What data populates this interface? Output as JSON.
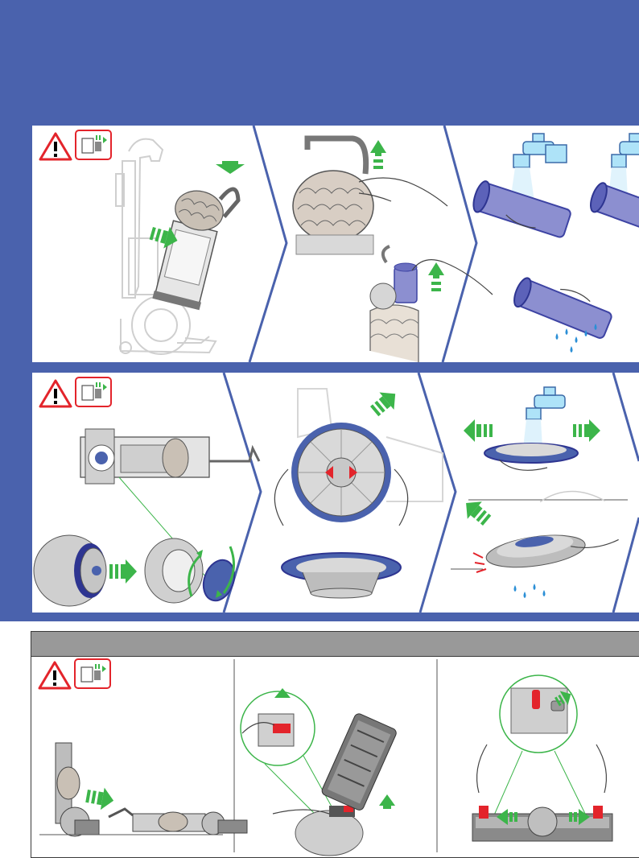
{
  "colors": {
    "brand_blue": "#4a62ad",
    "arrow_green": "#3cb54a",
    "warning_red": "#e3242b",
    "water_blue": "#2b8fd6",
    "filter_purple": "#8c8fd0",
    "gray_bar": "#999999"
  },
  "icons": {
    "warning": "warning-triangle-icon",
    "unplug": "unplug-icon",
    "arrow": "green-arrow-icon",
    "tap": "water-tap-icon",
    "droplet": "water-droplet-icon",
    "rotate": "rotate-arrow-icon"
  },
  "sections": [
    {
      "id": "cyclone-pre-filter",
      "panels": [
        "remove-cyclone",
        "remove-pre-filter",
        "wash-pre-filter"
      ]
    },
    {
      "id": "post-motor-filter",
      "panels": [
        "locate-filter",
        "twist-remove-filter",
        "wash-filter",
        "tap-dry-filter"
      ]
    },
    {
      "id": "brush-bar",
      "title": "",
      "panels": [
        "recline-machine",
        "release-clip",
        "slide-caps"
      ]
    }
  ]
}
